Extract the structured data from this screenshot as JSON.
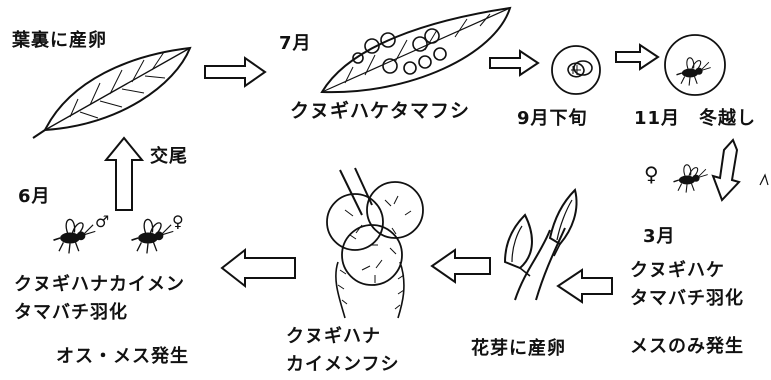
{
  "labels": {
    "leaf_underside_eggs": "葉裏に産卵",
    "july": "7月",
    "gall_hake": "クヌギハケタマフシ",
    "late_sept": "9月下旬",
    "nov": "11月",
    "overwinter": "冬越し",
    "female_symbol": "♀",
    "march": "3月",
    "adult_hake_line1": "クヌギハケ",
    "adult_hake_line2": "タマバチ羽化",
    "females_only": "メスのみ発生",
    "eggs_in_bud": "花芽に産卵",
    "gall_hana_line1": "クヌギハナ",
    "gall_hana_line2": "カイメンフシ",
    "adult_hana_line1": "クヌギハナカイメン",
    "adult_hana_line2": "タマバチ羽化",
    "males_females": "オス・メス発生",
    "june": "6月",
    "mating": "交尾",
    "male_symbol": "♂"
  },
  "colors": {
    "ink": "#111111",
    "paper": "#ffffff"
  },
  "icons": [
    "leaf-icon",
    "gall-leaf-icon",
    "larva-gall-icon",
    "wasp-icon",
    "bud-icon",
    "sponge-gall-icon",
    "arrow-icon"
  ]
}
